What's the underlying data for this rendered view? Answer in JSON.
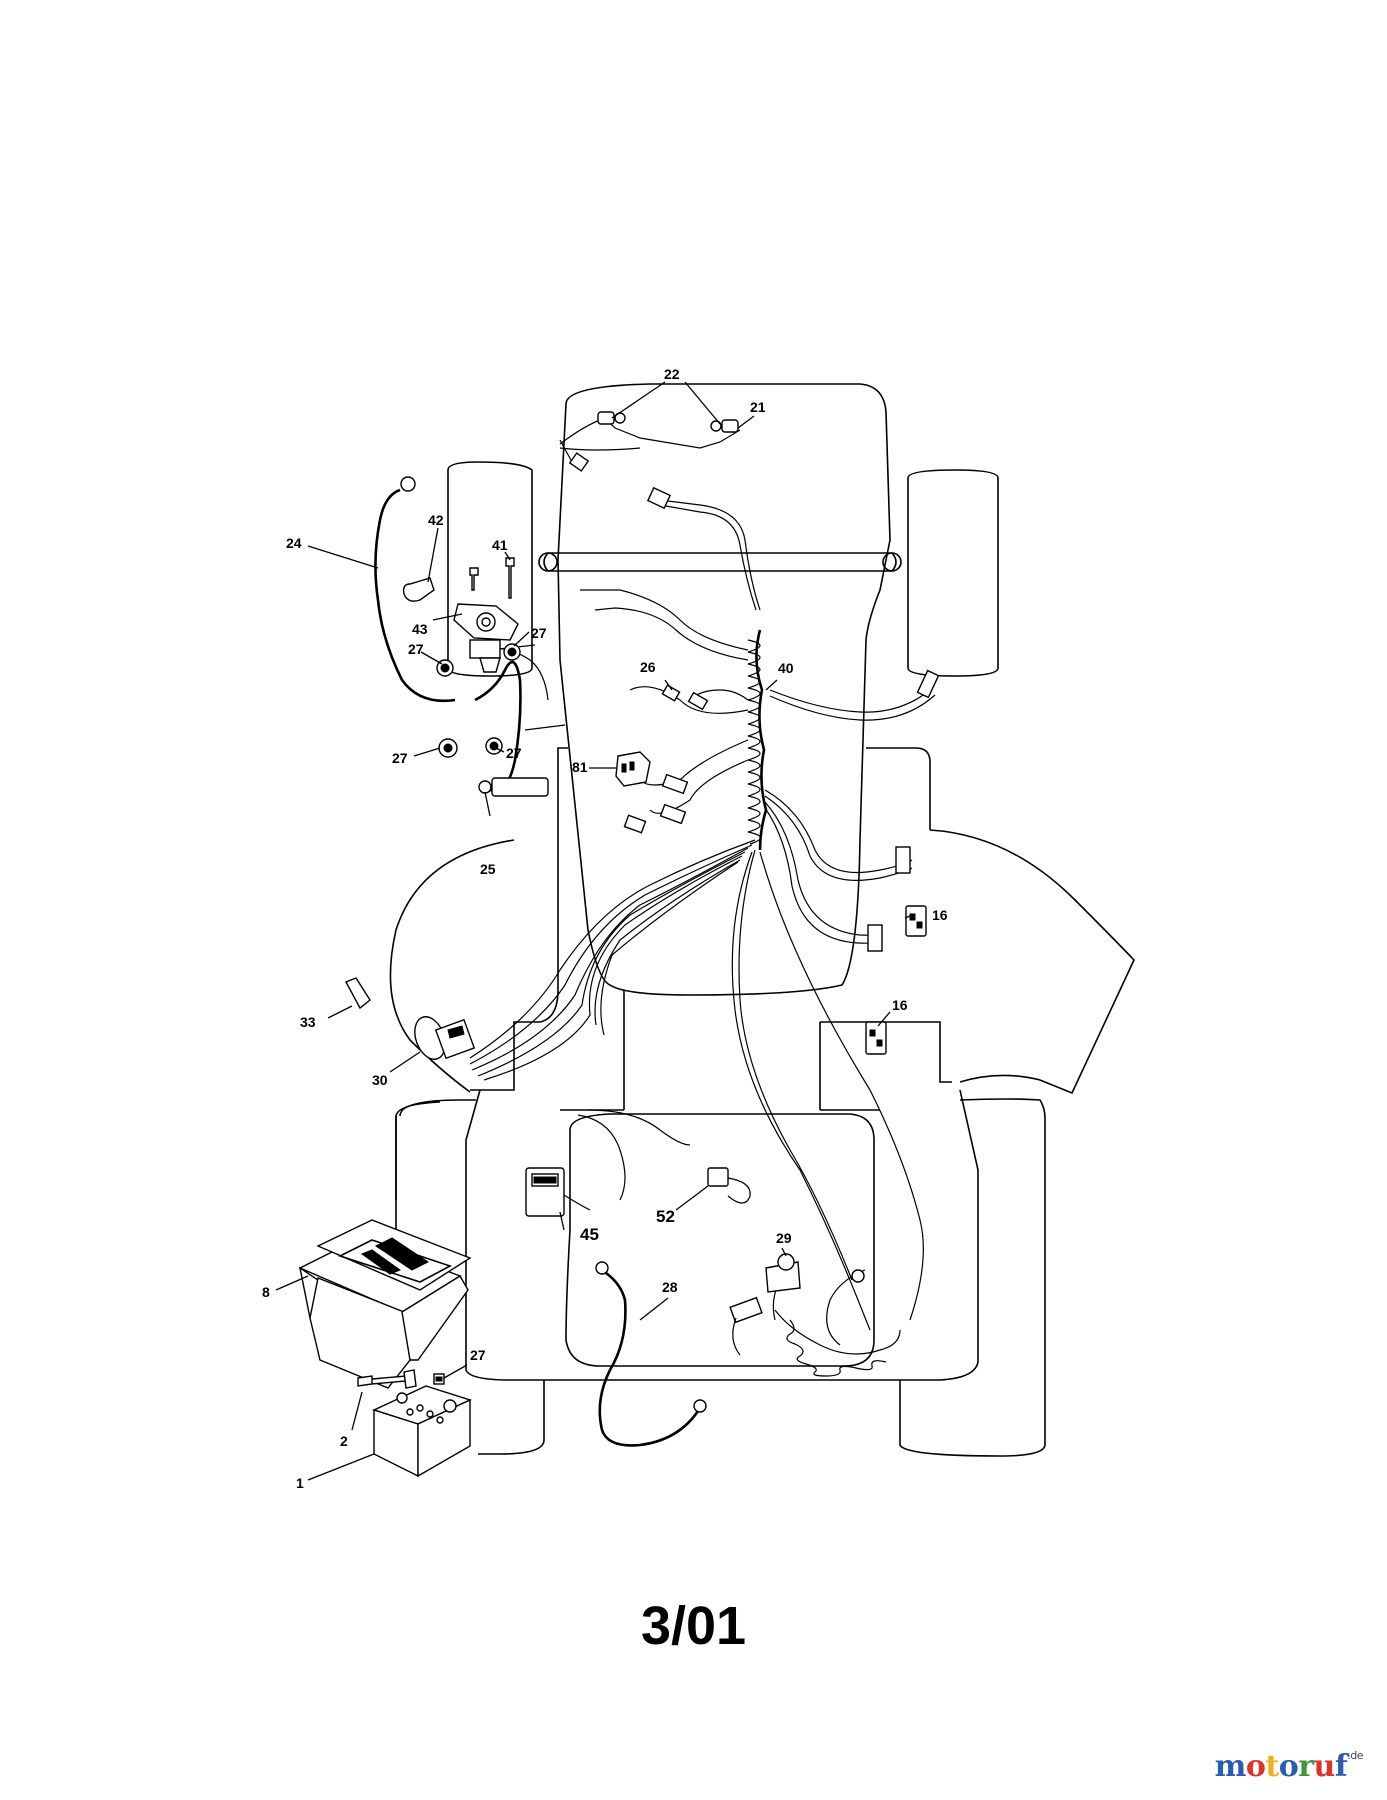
{
  "diagram": {
    "page_code": "3/01",
    "callouts": {
      "c1": "1",
      "c2": "2",
      "c8": "8",
      "c16a": "16",
      "c16b": "16",
      "c21": "21",
      "c22": "22",
      "c24": "24",
      "c25": "25",
      "c26": "26",
      "c27a": "27",
      "c27b": "27",
      "c27c": "27",
      "c27d": "27",
      "c27e": "27",
      "c28": "28",
      "c29": "29",
      "c30": "30",
      "c33": "33",
      "c40": "40",
      "c41": "41",
      "c42": "42",
      "c43": "43",
      "c45": "45",
      "c52": "52",
      "c81": "81"
    }
  },
  "watermark": {
    "letters": [
      "m",
      "o",
      "t",
      "o",
      "r",
      "u",
      "f"
    ],
    "colors": [
      "#2a5db0",
      "#e0322b",
      "#f2b01e",
      "#2a5db0",
      "#3a9a3a",
      "#e0322b",
      "#2a5db0"
    ],
    "suffix": ".de"
  }
}
